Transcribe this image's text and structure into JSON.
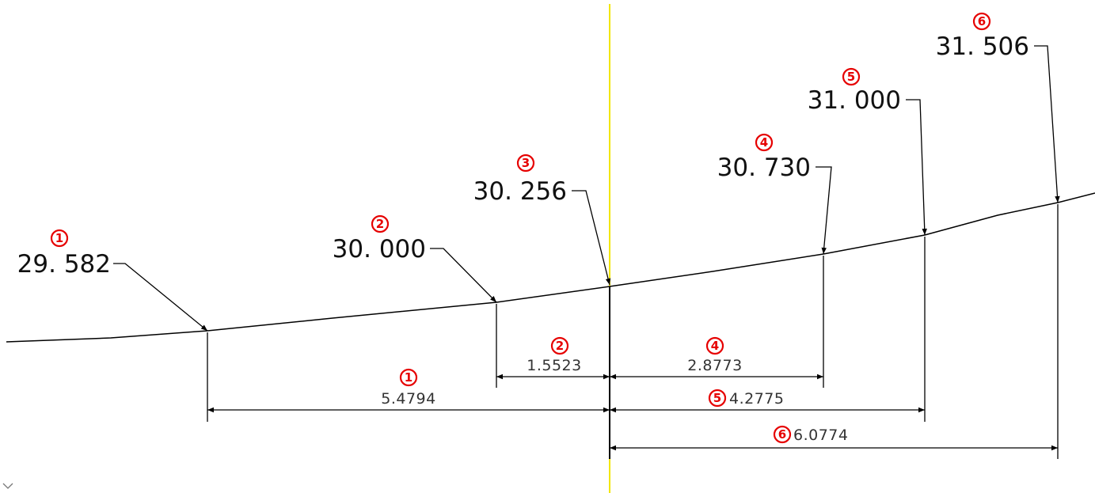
{
  "colors": {
    "centerline": "#f2e600",
    "marker": "#e60000",
    "line": "#000000"
  },
  "elevations": [
    {
      "marker": "1",
      "value": "29. 582"
    },
    {
      "marker": "2",
      "value": "30. 000"
    },
    {
      "marker": "3",
      "value": "30. 256"
    },
    {
      "marker": "4",
      "value": "30. 730"
    },
    {
      "marker": "5",
      "value": "31. 000"
    },
    {
      "marker": "6",
      "value": "31. 506"
    }
  ],
  "dimensions": [
    {
      "marker": "1",
      "value": "5.4794"
    },
    {
      "marker": "2",
      "value": "1.5523"
    },
    {
      "marker": "4",
      "value": "2.8773"
    },
    {
      "marker": "5",
      "value": "4.2775"
    },
    {
      "marker": "6",
      "value": "6.0774"
    }
  ]
}
